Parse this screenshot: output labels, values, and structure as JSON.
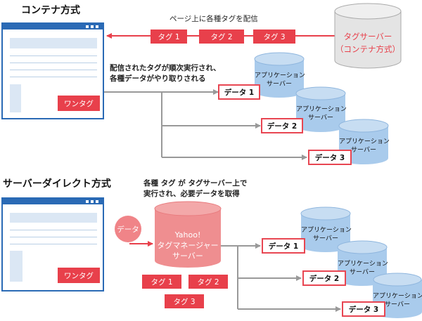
{
  "top": {
    "heading": "コンテナ方式",
    "arrow_caption": "ページ上に各種タグを配信",
    "tags": [
      "タグ 1",
      "タグ 2",
      "タグ 3"
    ],
    "server_label": [
      "タグサーバー",
      "（コンテナ方式）"
    ],
    "browser_button": "ワンタグ",
    "flow_caption": [
      "配信されたタグが順次実行され、",
      "各種データがやり取りされる"
    ],
    "data_boxes": [
      "データ 1",
      "データ 2",
      "データ 3"
    ],
    "app_server_label": [
      "アプリケーション",
      "サーバー"
    ]
  },
  "bottom": {
    "heading": "サーバーダイレクト方式",
    "caption": [
      "各種 タグ が タグサーバー上で",
      "実行され、必要データを取得"
    ],
    "data_bubble": "データ",
    "browser_button": "ワンタグ",
    "yahoo_server_label": [
      "Yahoo!",
      "タグマネージャー",
      "サーバー"
    ],
    "tags": [
      "タグ 1",
      "タグ 2",
      "タグ 3"
    ],
    "data_boxes": [
      "データ 1",
      "データ 2",
      "データ 3"
    ],
    "app_server_label": [
      "アプリケーション",
      "サーバー"
    ]
  },
  "colors": {
    "red": "#e8404b",
    "blue": "#2a6ab5",
    "cylinder_blue": "#a9cbec",
    "cylinder_gray": "#e4e4e4",
    "arrow_gray": "#999999"
  }
}
